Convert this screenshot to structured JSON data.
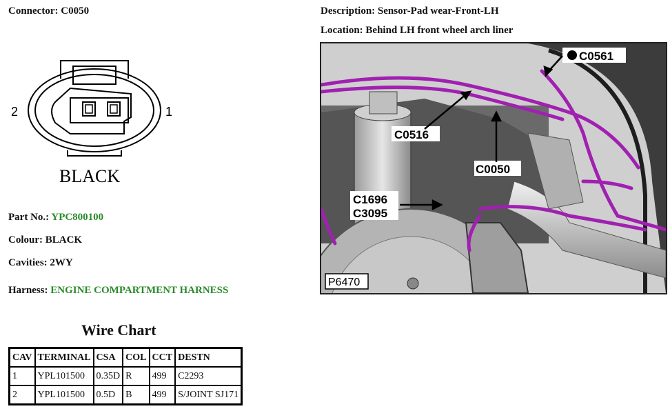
{
  "header": {
    "connector_label": "Connector: C0050",
    "description_label": "Description: Sensor-Pad wear-Front-LH",
    "location_label": "Location: Behind LH front wheel arch liner"
  },
  "diagram": {
    "pin_left": "2",
    "pin_right": "1",
    "color_text": "BLACK"
  },
  "details": {
    "part_no_label": "Part No.:",
    "part_no_value": "YPC800100",
    "colour_label": "Colour: BLACK",
    "cavities_label": "Cavities: 2WY",
    "harness_label": "Harness:",
    "harness_value": "ENGINE COMPARTMENT HARNESS"
  },
  "wire_chart": {
    "title": "Wire Chart",
    "headers": [
      "CAV",
      "TERMINAL",
      "CSA",
      "COL",
      "CCT",
      "DESTN"
    ],
    "rows": [
      [
        "1",
        "YPL101500",
        "0.35D",
        "R",
        "499",
        "C2293"
      ],
      [
        "2",
        "YPL101500",
        "0.5D",
        "B",
        "499",
        "S/JOINT SJ171"
      ]
    ]
  },
  "photo": {
    "tags": {
      "c0561": "C0561",
      "c0516": "C0516",
      "c0050": "C0050",
      "c1696": "C1696",
      "c3095": "C3095",
      "ref": "P6470"
    }
  },
  "colors": {
    "green_text": "#2a8a2a",
    "harness_wire": "#a020b0"
  }
}
